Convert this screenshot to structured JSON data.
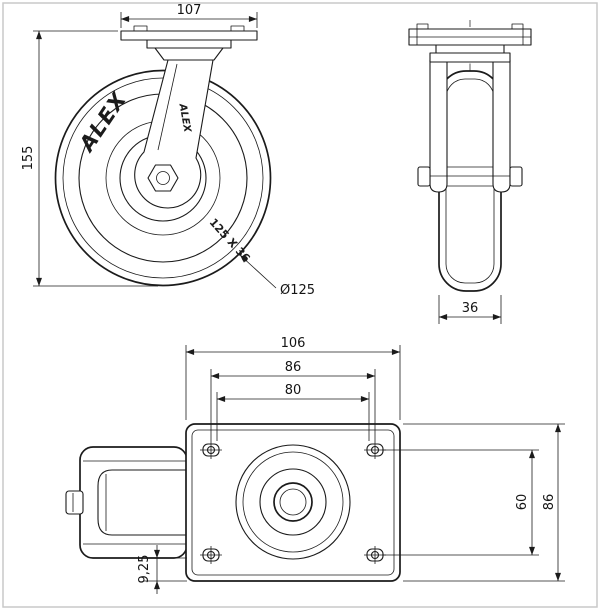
{
  "brand": "ALEX",
  "wheel_marking": "125 X 36",
  "dims": {
    "side": {
      "plate_length": "107",
      "overall_height": "155",
      "wheel_diameter": "Ø125"
    },
    "front": {
      "wheel_width": "36"
    },
    "top": {
      "plate_width": "106",
      "hole_spacing_width": "86",
      "slot_spacing_width": "80",
      "plate_depth": "86",
      "hole_spacing_depth": "60",
      "edge_offset": "9,25"
    }
  },
  "colors": {
    "line": "#1b1b1b",
    "background": "#ffffff",
    "frame": "#c9c9c9"
  }
}
